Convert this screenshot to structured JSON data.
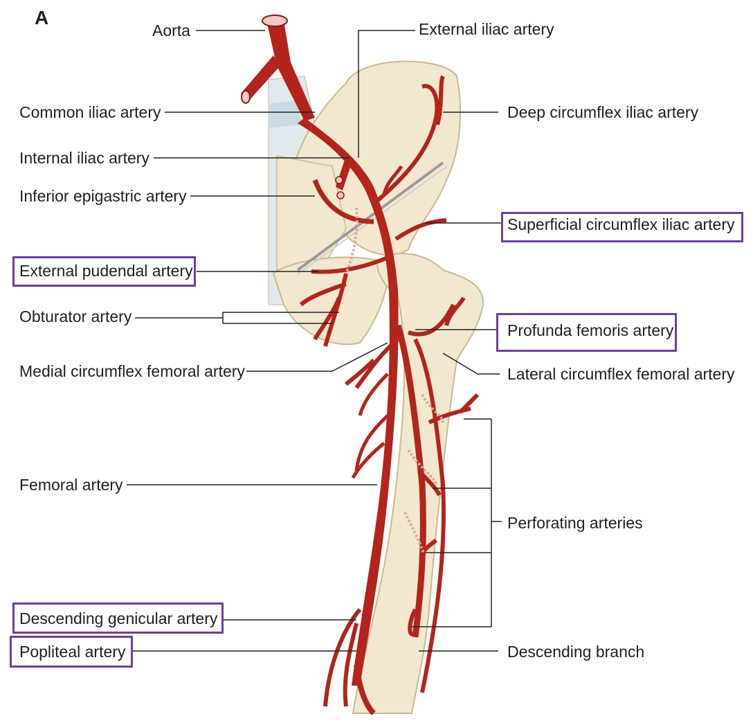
{
  "panel_letter": "A",
  "labels": {
    "aorta": "Aorta",
    "external_iliac": "External iliac artery",
    "common_iliac": "Common iliac artery",
    "deep_circumflex_iliac": "Deep circumflex iliac artery",
    "internal_iliac": "Internal iliac artery",
    "inferior_epigastric": "Inferior epigastric artery",
    "superficial_circumflex_iliac": "Superficial circumflex iliac artery",
    "external_pudendal": "External pudendal artery",
    "obturator": "Obturator artery",
    "profunda_femoris": "Profunda femoris artery",
    "medial_circumflex_femoral": "Medial circumflex femoral artery",
    "lateral_circumflex_femoral": "Lateral circumflex femoral artery",
    "femoral": "Femoral artery",
    "perforating": "Perforating arteries",
    "descending_genicular": "Descending genicular artery",
    "popliteal": "Popliteal artery",
    "descending_branch": "Descending branch"
  },
  "colors": {
    "artery": "#b3241c",
    "artery_dark": "#8c1a14",
    "bone": "#f1e8cf",
    "bone_edge": "#c9b98f",
    "spine": "#dfe9ee",
    "highlight_box": "#6a3fa0",
    "leader_line": "#222222"
  }
}
